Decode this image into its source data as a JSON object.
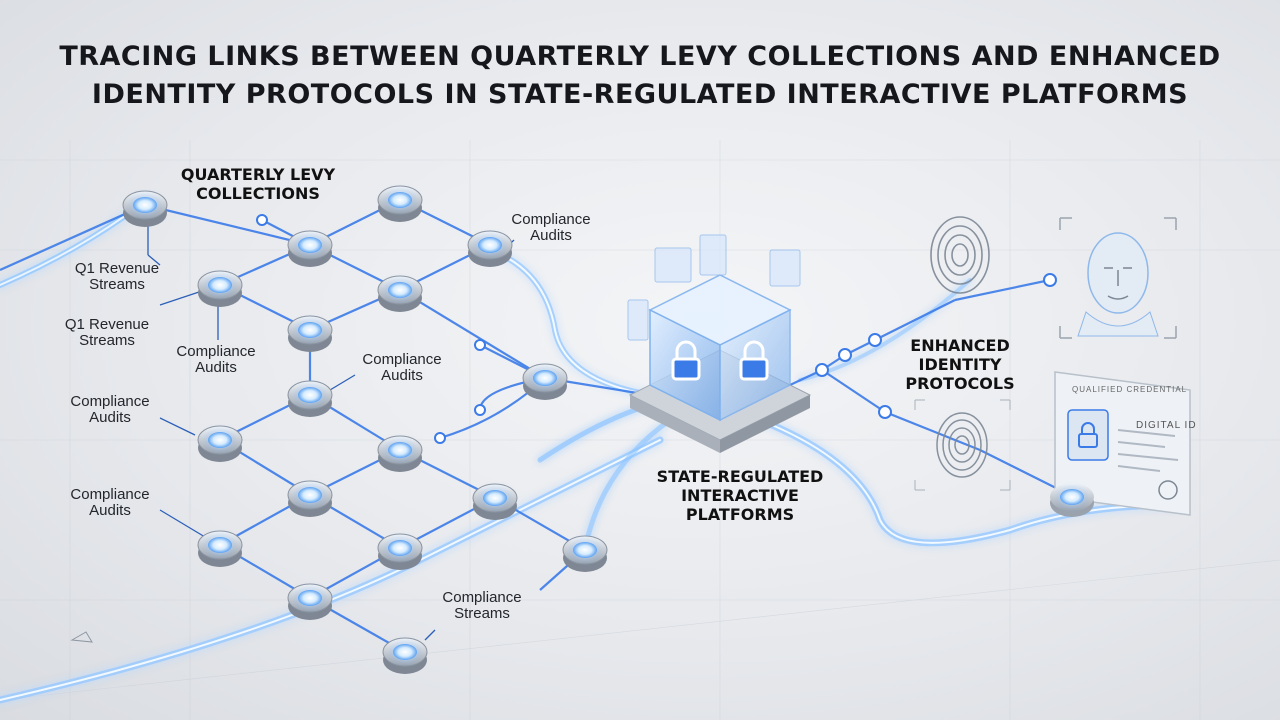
{
  "title": {
    "line1": "TRACING LINKS BETWEEN QUARTERLY LEVY COLLECTIONS AND ENHANCED",
    "line2": "IDENTITY PROTOCOLS IN STATE-REGULATED INTERACTIVE PLATFORMS"
  },
  "headings": {
    "levy": [
      "QUARTERLY LEVY",
      "COLLECTIONS"
    ],
    "platforms": [
      "STATE-REGULATED",
      "INTERACTIVE",
      "PLATFORMS"
    ],
    "identity": [
      "ENHANCED",
      "IDENTITY",
      "PROTOCOLS"
    ]
  },
  "labels": {
    "revenue1": [
      "Q1 Revenue",
      "Streams"
    ],
    "revenue2": [
      "Q1 Revenue",
      "Streams"
    ],
    "audits_top": [
      "Compliance",
      "Audits"
    ],
    "audits_mid": [
      "Compliance",
      "Audits"
    ],
    "audits_center": [
      "Compliance",
      "Audits"
    ],
    "audits_left1": [
      "Compliance",
      "Audits"
    ],
    "audits_left2": [
      "Compliance",
      "Audits"
    ],
    "streams_bottom": [
      "Compliance",
      "Streams"
    ]
  },
  "id_card": {
    "heading": "QUALIFIED CREDENTIAL",
    "label": "DIGITAL ID"
  },
  "icons": [
    "padlock-icon",
    "fingerprint-icon",
    "face-scan-icon",
    "id-card-icon",
    "data-cube-icon"
  ],
  "colors": {
    "flow": "#3b7be8",
    "glow": "#8ec5ff",
    "text": "#15171c",
    "node_core": "#eef7ff"
  }
}
